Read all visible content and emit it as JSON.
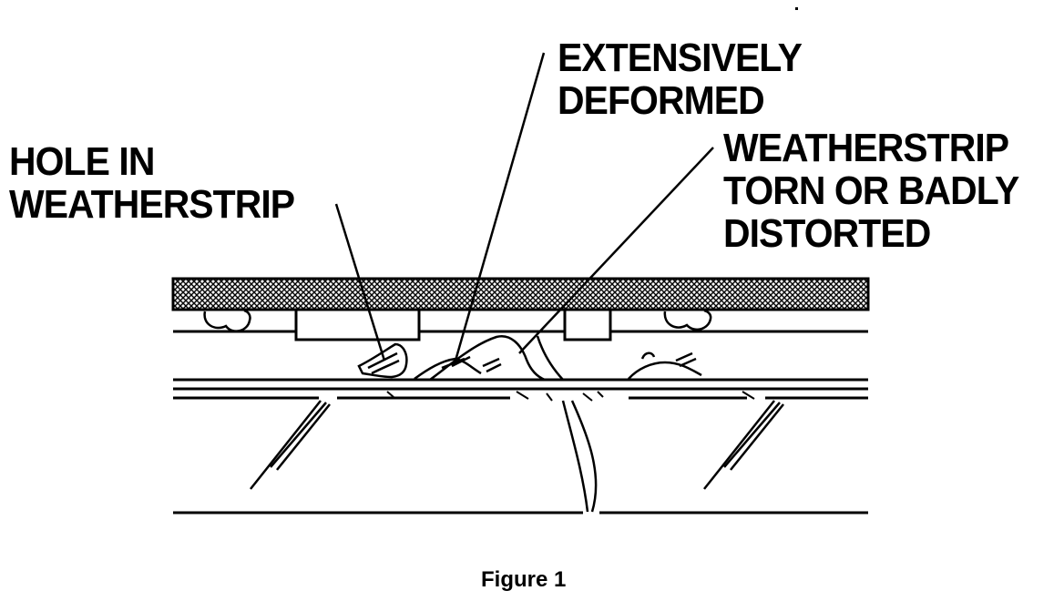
{
  "callouts": {
    "hole": {
      "line1": "HOLE IN",
      "line2": "WEATHERSTRIP"
    },
    "deformed": {
      "line1": "EXTENSIVELY",
      "line2": "DEFORMED"
    },
    "torn": {
      "line1": "WEATHERSTRIP",
      "line2": "TORN OR BADLY",
      "line3": "DISTORTED"
    }
  },
  "caption": "Figure 1",
  "colors": {
    "ink": "#000000",
    "paper": "#ffffff"
  }
}
